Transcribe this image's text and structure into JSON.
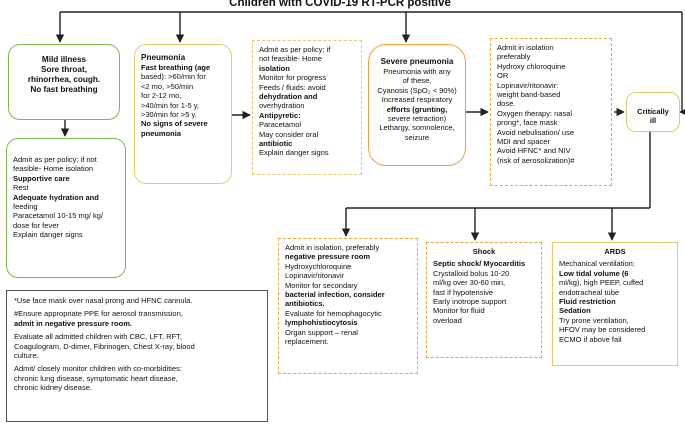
{
  "title": "Children with COVID-19 RT-PCR positive",
  "mild": {
    "heading": "Mild illness",
    "sub1": "Sore throat,",
    "sub2": "rhinorrhea, cough.",
    "sub3": "No fast breathing"
  },
  "mild_details": [
    "Admit as per policy; if not",
    "feasible- Home isolation",
    "Supportive care",
    "Rest",
    "Adequate hydration and",
    "feeding",
    "Paracetamol 10-15 mg/ kg/",
    "dose for fever",
    "Explain danger signs"
  ],
  "pneumonia": [
    "Pneumonia",
    "Fast breathing (age",
    "based): >60/min for",
    "<2 mo, >50/min",
    "for 2-12 mo,",
    ">40/min for 1-5 y,",
    ">30/min for >5 y.",
    "No signs of severe",
    "pneumonia"
  ],
  "pneumonia_mgmt": [
    "Admit as per policy; if",
    "not feasible- Home",
    "isolation",
    "Monitor for progress",
    "Feeds / fluids: avoid",
    "dehydration and",
    "overhydration",
    "Antipyretic:",
    "Paracetamol",
    "May consider oral",
    "antibiotic",
    "Explain danger signs"
  ],
  "severe": [
    "Severe pneumonia",
    "Pneumonia with any",
    "of these,",
    "Cyanosis (SpO₂ < 90%)",
    "Increased respiratory",
    "efforts (grunting,",
    "severe retraction)",
    "Lethargy, somnolence,",
    "seizure"
  ],
  "severe_mgmt": [
    "Admit in isolation",
    "preferably",
    "Hydroxy chloroquine",
    "OR",
    "Lopinavir/ritonavir:",
    "weight band-based",
    "dose.",
    "Oxygen therapy: nasal",
    "prong*, face mask",
    "Avoid nebulisation/ use",
    "MDI and spacer",
    "Avoid HFNC* and NIV",
    "(risk of aerosolization)#"
  ],
  "critical": "Critically ill",
  "notes": [
    "*Use face mask over nasal prong and HFNC cannula.",
    "#Ensure appropriate PPE for aerosol transmission,",
    "admit in negative pressure room.",
    "Evaluate all admitted children with CBC, LFT, RFT,",
    "Coagulogram, D-dimer, Fibrinogen, Chest X-ray, blood",
    "culture.",
    "Admit/ closely monitor children with co-morbidities:",
    "chronic lung disease, symptomatic heart disease,",
    "chronic kidney disease."
  ],
  "critical_mgmt": [
    "Admit in isolation, preferably",
    "negative pressure room",
    "Hydroxychloroquine",
    "Lopinavir/ritonavir",
    "Monitor for secondary",
    "bacterial infection, consider",
    "antibiotics.",
    "Evaluate for hemophagocytic",
    "lymphohistiocytosis",
    "Organ support – renal",
    "replacement."
  ],
  "shock": [
    "Shock",
    "Septic shock/ Myocarditis",
    "Crystalloid bolus 10-20",
    "ml/kg over 30-60 min,",
    "fast if hypotensive",
    "Early inotrope support",
    "Monitor for fluid",
    "overload"
  ],
  "ards": [
    "ARDS",
    "Mechanical ventilation:",
    "Low tidal volume (6",
    "ml/kg), high PEEP, cuffed",
    "endotracheal tube",
    "Fluid restriction",
    "Sedation",
    "Try prone ventilation,",
    "HFOV may be considered",
    "ECMO if above fail"
  ]
}
